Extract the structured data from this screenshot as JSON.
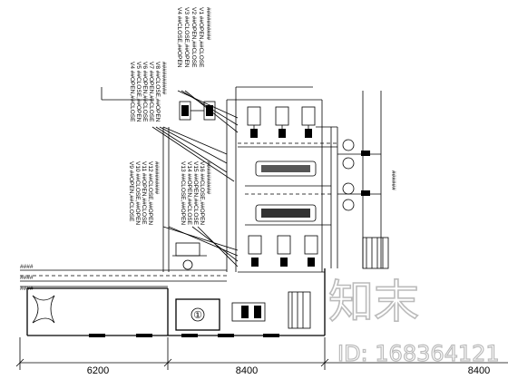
{
  "valve_labels": {
    "top_right": [
      "V4 ##CLOSE,##OPEN",
      "V3 ##CLOSE,##OPEN",
      "V2 ##OPEN,##CLOSE",
      "V1 ##OPEN,##CLOSE",
      "##########"
    ],
    "top_left": [
      "V4 ##OPEN,##CLOSE",
      "V5 ##CLOSE,##OPEN",
      "V6 ##OPEN,##CLOSE",
      "V7 ##OPEN,##CLOSE",
      "V8 ##CLOSE,##OPEN",
      "##########"
    ],
    "mid_left": [
      "V9 ##OPEN,##CLOSE",
      "V10 ##CLOSE,##OPEN",
      "V11 ##OPEN,##CLOSE",
      "V12 ##CLOSE,##OPEN",
      "##########"
    ],
    "mid_right": [
      "V13 ##CLOSE,##OPEN",
      "V14 ##OPEN,##CLOSE",
      "V15 ##OPEN,##CLOSE",
      "V16 ##CLOSE,##OPEN",
      "##########"
    ]
  },
  "right_note": "######",
  "pipe_labels": [
    "####",
    "####",
    "####"
  ],
  "tank_number": "①",
  "dimensions": [
    "6200",
    "8400",
    "8400"
  ],
  "watermark": {
    "logo": "知末",
    "id_text": "ID: 168364121"
  }
}
